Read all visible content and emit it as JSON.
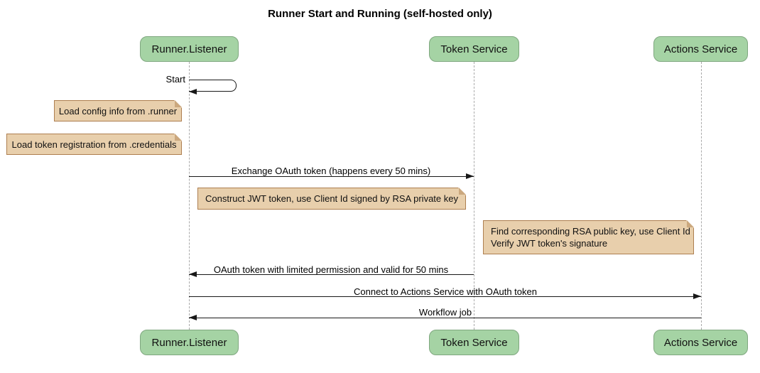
{
  "title": "Runner Start and Running (self-hosted only)",
  "participants": [
    {
      "name": "Runner.Listener"
    },
    {
      "name": "Token Service"
    },
    {
      "name": "Actions Service"
    }
  ],
  "self_message": {
    "label": "Start",
    "on": "Runner.Listener"
  },
  "messages": [
    {
      "label": "Exchange OAuth token (happens every 50 mins)",
      "from": "Runner.Listener",
      "to": "Token Service",
      "direction": "right"
    },
    {
      "label": "OAuth token with limited permission and valid for 50 mins",
      "from": "Token Service",
      "to": "Runner.Listener",
      "direction": "left"
    },
    {
      "label": "Connect to Actions Service with OAuth token",
      "from": "Runner.Listener",
      "to": "Actions Service",
      "direction": "right"
    },
    {
      "label": "Workflow job",
      "from": "Actions Service",
      "to": "Runner.Listener",
      "direction": "left"
    }
  ],
  "notes": [
    {
      "text": "Load config info from .runner",
      "position": "left of Runner.Listener"
    },
    {
      "text": "Load token registration from .credentials",
      "position": "left of Runner.Listener"
    },
    {
      "text": "Construct JWT token, use Client Id signed by RSA private key",
      "position": "right of Runner.Listener"
    },
    {
      "lines": [
        "Find corresponding RSA public key, use Client Id",
        "Verify JWT token's signature"
      ],
      "position": "left of Actions Service"
    }
  ],
  "colors": {
    "participant_fill": "#a5d3a4",
    "participant_border": "#7fa77f",
    "note_fill": "#e8cfac",
    "note_border": "#ae7f50",
    "note_fold": "#cba87e",
    "lifeline": "#a9a9a9",
    "arrow": "#181818",
    "background": "#ffffff"
  }
}
